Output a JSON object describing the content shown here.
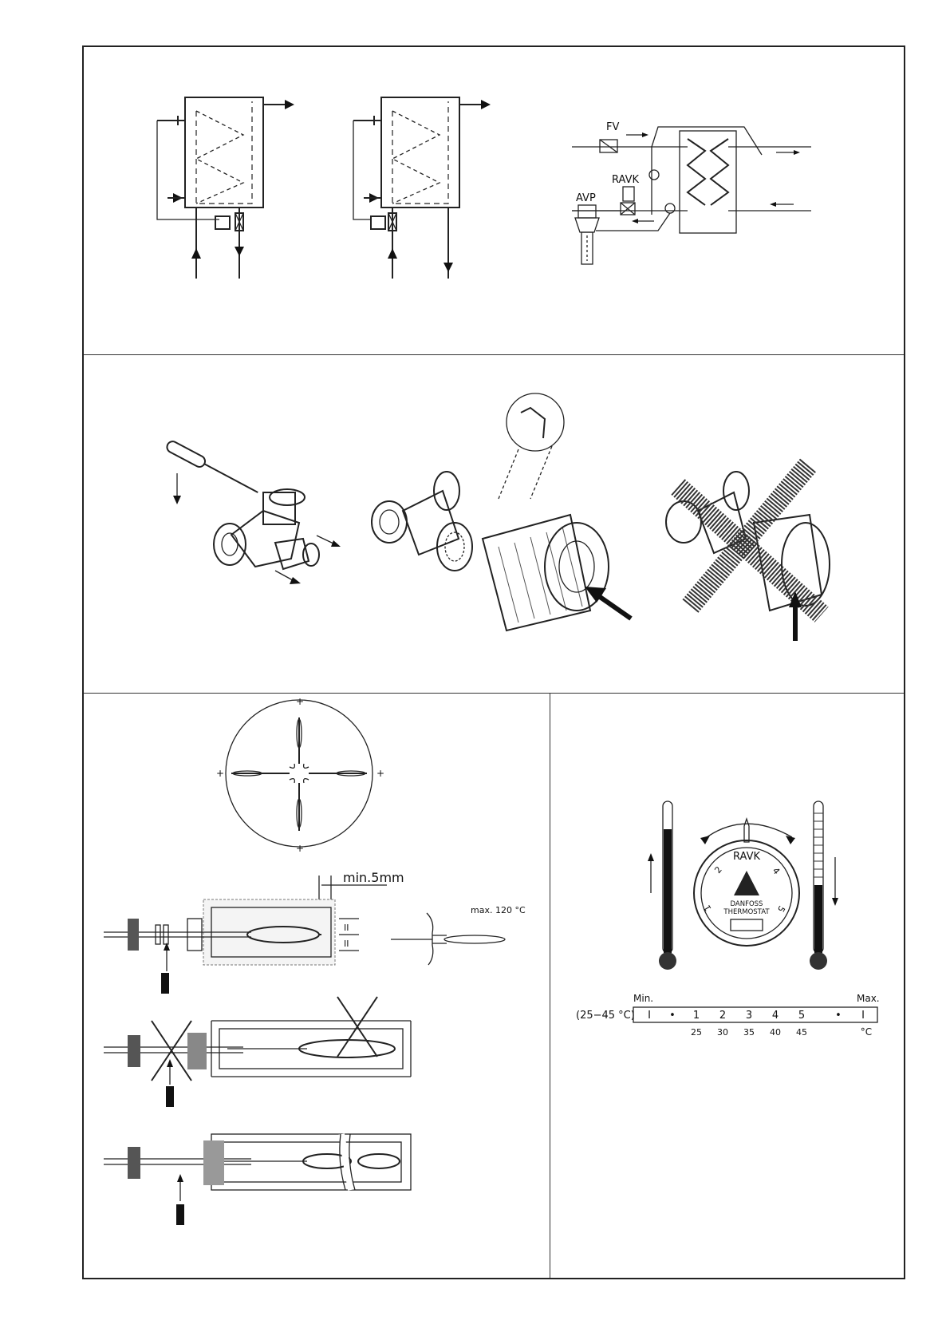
{
  "schematic": {
    "fv_label": "FV",
    "ravk_label": "RAVK",
    "avp_label": "AVP"
  },
  "bulb_install": {
    "min_gap_label": "min.5mm",
    "max_temp_label": "max. 120 °C",
    "ok_mark": "II",
    "plus_mark": "+"
  },
  "knob": {
    "brand": "RAVK",
    "maker_line1": "DANFOSS",
    "maker_line2": "THERMOSTAT",
    "dial_marks": [
      "1",
      "2",
      "3",
      "4",
      "5"
    ]
  },
  "scale": {
    "min_label": "Min.",
    "max_label": "Max.",
    "range_label": "(25−45 °C)",
    "positions": [
      "I",
      "•",
      "1",
      "2",
      "3",
      "4",
      "5",
      "•",
      "I"
    ],
    "temperatures": [
      "25",
      "30",
      "35",
      "40",
      "45"
    ],
    "unit": "°C"
  }
}
